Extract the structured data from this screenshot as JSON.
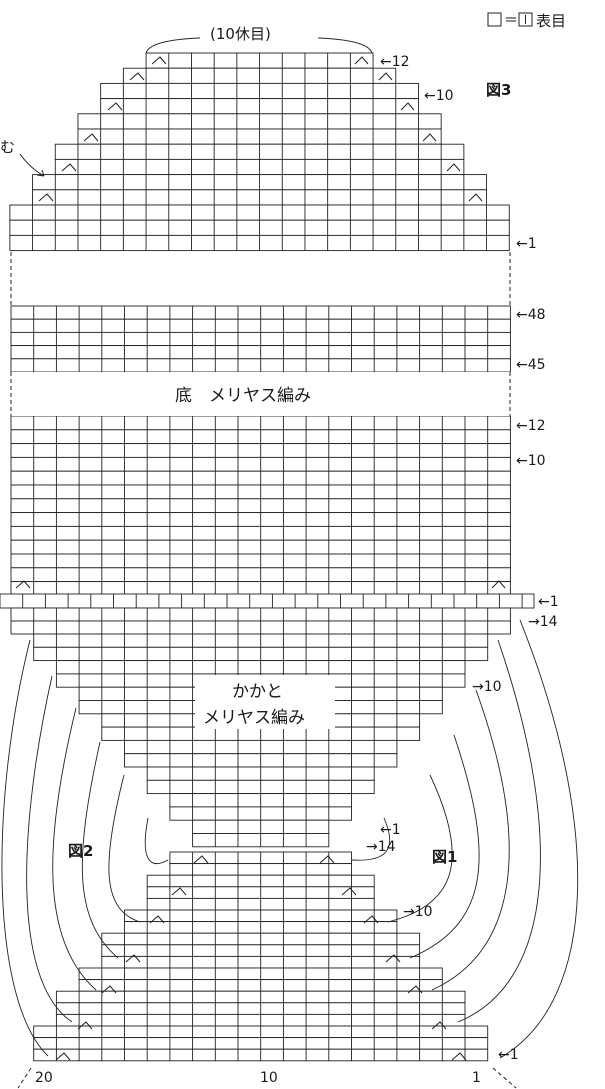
{
  "legend": {
    "text": "＝",
    "label": "表目"
  },
  "top_note": "(10休目)",
  "fig_labels": {
    "fig3": "図3",
    "fig2": "図2",
    "fig1": "図1"
  },
  "side_note": "む",
  "middle_labels": {
    "sole": "底　メリヤス編み",
    "heel_line1": "かかと",
    "heel_line2": "メリヤス編み"
  },
  "row_labels": {
    "toe_12": "←12",
    "toe_10": "←10",
    "toe_1": "←1",
    "sole_48": "←48",
    "sole_45": "←45",
    "sole_12": "←12",
    "sole_10": "←10",
    "sole_1": "←1",
    "heel_14a": "→14",
    "heel_10a": "→10",
    "heel_1b": "←1",
    "heel_14b": "→14",
    "heel_10b": "→10",
    "bottom_1": "←1"
  },
  "stitch_numbers": {
    "n20": "20",
    "n10": "10",
    "n1": "1"
  }
}
